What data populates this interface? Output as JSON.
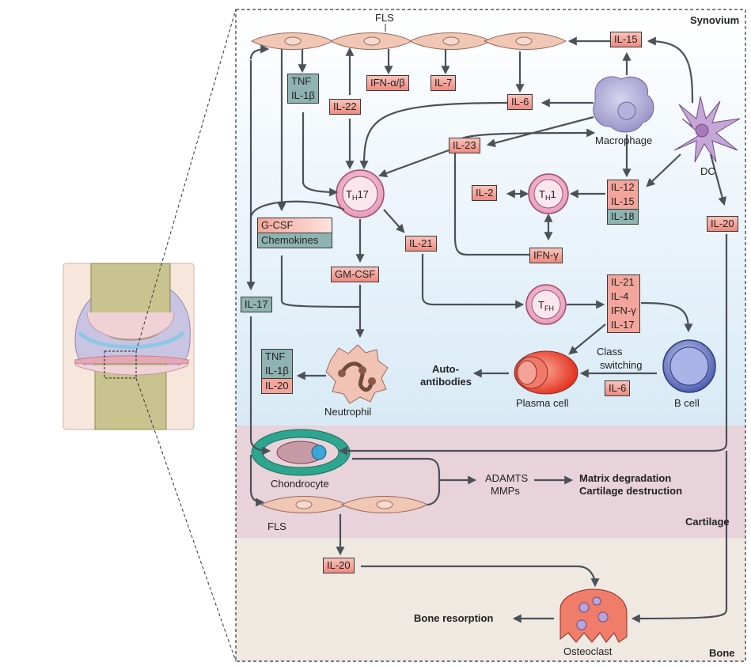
{
  "regions": {
    "synovium": "Synovium",
    "cartilage": "Cartilage",
    "bone": "Bone"
  },
  "cells": {
    "fls_top": "FLS",
    "macrophage": "Macrophage",
    "dc": "DC",
    "th17": {
      "main": "T",
      "sub": "H",
      "suffix": "17"
    },
    "th1": {
      "main": "T",
      "sub": "H",
      "suffix": "1"
    },
    "tfh": {
      "main": "T",
      "sub": "FH",
      "suffix": ""
    },
    "neutrophil": "Neutrophil",
    "plasma_cell": "Plasma cell",
    "b_cell": "B cell",
    "chondrocyte": "Chondrocyte",
    "fls_bottom": "FLS",
    "osteoclast": "Osteoclast"
  },
  "cytokines": {
    "il15_top": "IL-15",
    "tnf": "TNF",
    "il1b": "IL-1β",
    "il22": "IL-22",
    "ifn_ab": "IFN-α/β",
    "il7": "IL-7",
    "il6_top": "IL-6",
    "il23": "IL-23",
    "il2": "IL-2",
    "il12": "IL-12",
    "il15_mid": "IL-15",
    "il18": "IL-18",
    "il20_right": "IL-20",
    "gcsf": "G-CSF",
    "chemokines": "Chemokines",
    "il21_mid": "IL-21",
    "ifng_mid": "IFN-γ",
    "gmcsf": "GM-CSF",
    "il17_left": "IL-17",
    "tfh_list": [
      "IL-21",
      "IL-4",
      "IFN-γ",
      "IL-17"
    ],
    "neutro_tnf": "TNF",
    "neutro_il1b": "IL-1β",
    "neutro_il20": "IL-20",
    "il6_bottom": "IL-6",
    "il20_bottom": "IL-20"
  },
  "labels": {
    "autoantibodies_1": "Auto-",
    "autoantibodies_2": "antibodies",
    "class_switching_1": "Class",
    "class_switching_2": "switching",
    "adamts": "ADAMTS",
    "mmps": "MMPs",
    "matrix_degradation": "Matrix degradation",
    "cartilage_destruction": "Cartilage destruction",
    "bone_resorption": "Bone resorption"
  },
  "colors": {
    "synovium_bg": "#e5f1f8",
    "cartilage_bg": "#e7d3d9",
    "bone_bg": "#efe9e0",
    "arrow": "#4a5258",
    "red_box": "#f39a90",
    "grey_box": "#8fb3b1"
  }
}
